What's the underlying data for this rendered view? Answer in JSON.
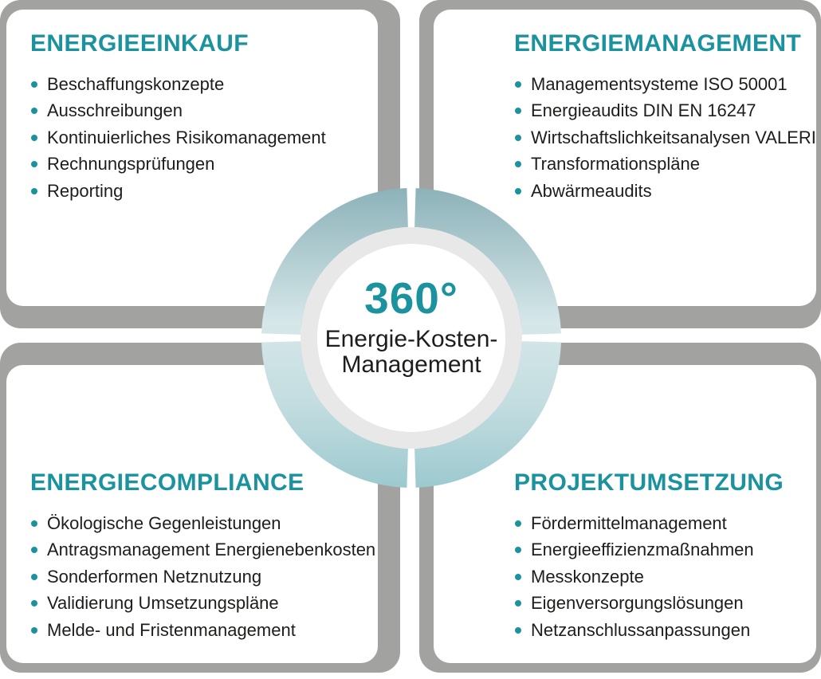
{
  "diagram": {
    "center": {
      "degrees": "360°",
      "title_line1": "Energie-Kosten-",
      "title_line2": "Management"
    },
    "quadrants": [
      {
        "title": "ENERGIEEINKAUF",
        "items": [
          "Beschaffungskonzepte",
          "Ausschreibungen",
          "Kontinuierliches Risikomanagement",
          "Rechnungsprüfungen",
          "Reporting"
        ]
      },
      {
        "title": "ENERGIEMANAGEMENT",
        "items": [
          "Managementsysteme ISO 50001",
          "Energieaudits DIN EN 16247",
          "Wirtschaftslichkeitsanalysen VALERI",
          "Transformationspläne",
          "Abwärmeaudits"
        ]
      },
      {
        "title": "ENERGIECOMPLIANCE",
        "items": [
          "Ökologische Gegenleistungen",
          "Antragsmanagement Energienebenkosten",
          "Sonderformen Netznutzung",
          "Validierung Umsetzungspläne",
          "Melde- und Fristenmanagement"
        ]
      },
      {
        "title": "PROJEKTUMSETZUNG",
        "items": [
          "Fördermittelmanagement",
          "Energieeffizienzmaßnahmen",
          "Messkonzepte",
          "Eigenversorgungslösungen",
          "Netzanschlussanpassungen"
        ]
      }
    ]
  },
  "colors": {
    "accent_teal": "#1A939F",
    "shadow_gray": "#A2A2A1",
    "ring_gradient_top": "#8CB2B9",
    "ring_gradient_middle": "#D6E7E9",
    "ring_gradient_bottom": "#9CC9CF",
    "inner_ring_gray": "#E8E8E8",
    "body_text": "#1D1D1B"
  }
}
